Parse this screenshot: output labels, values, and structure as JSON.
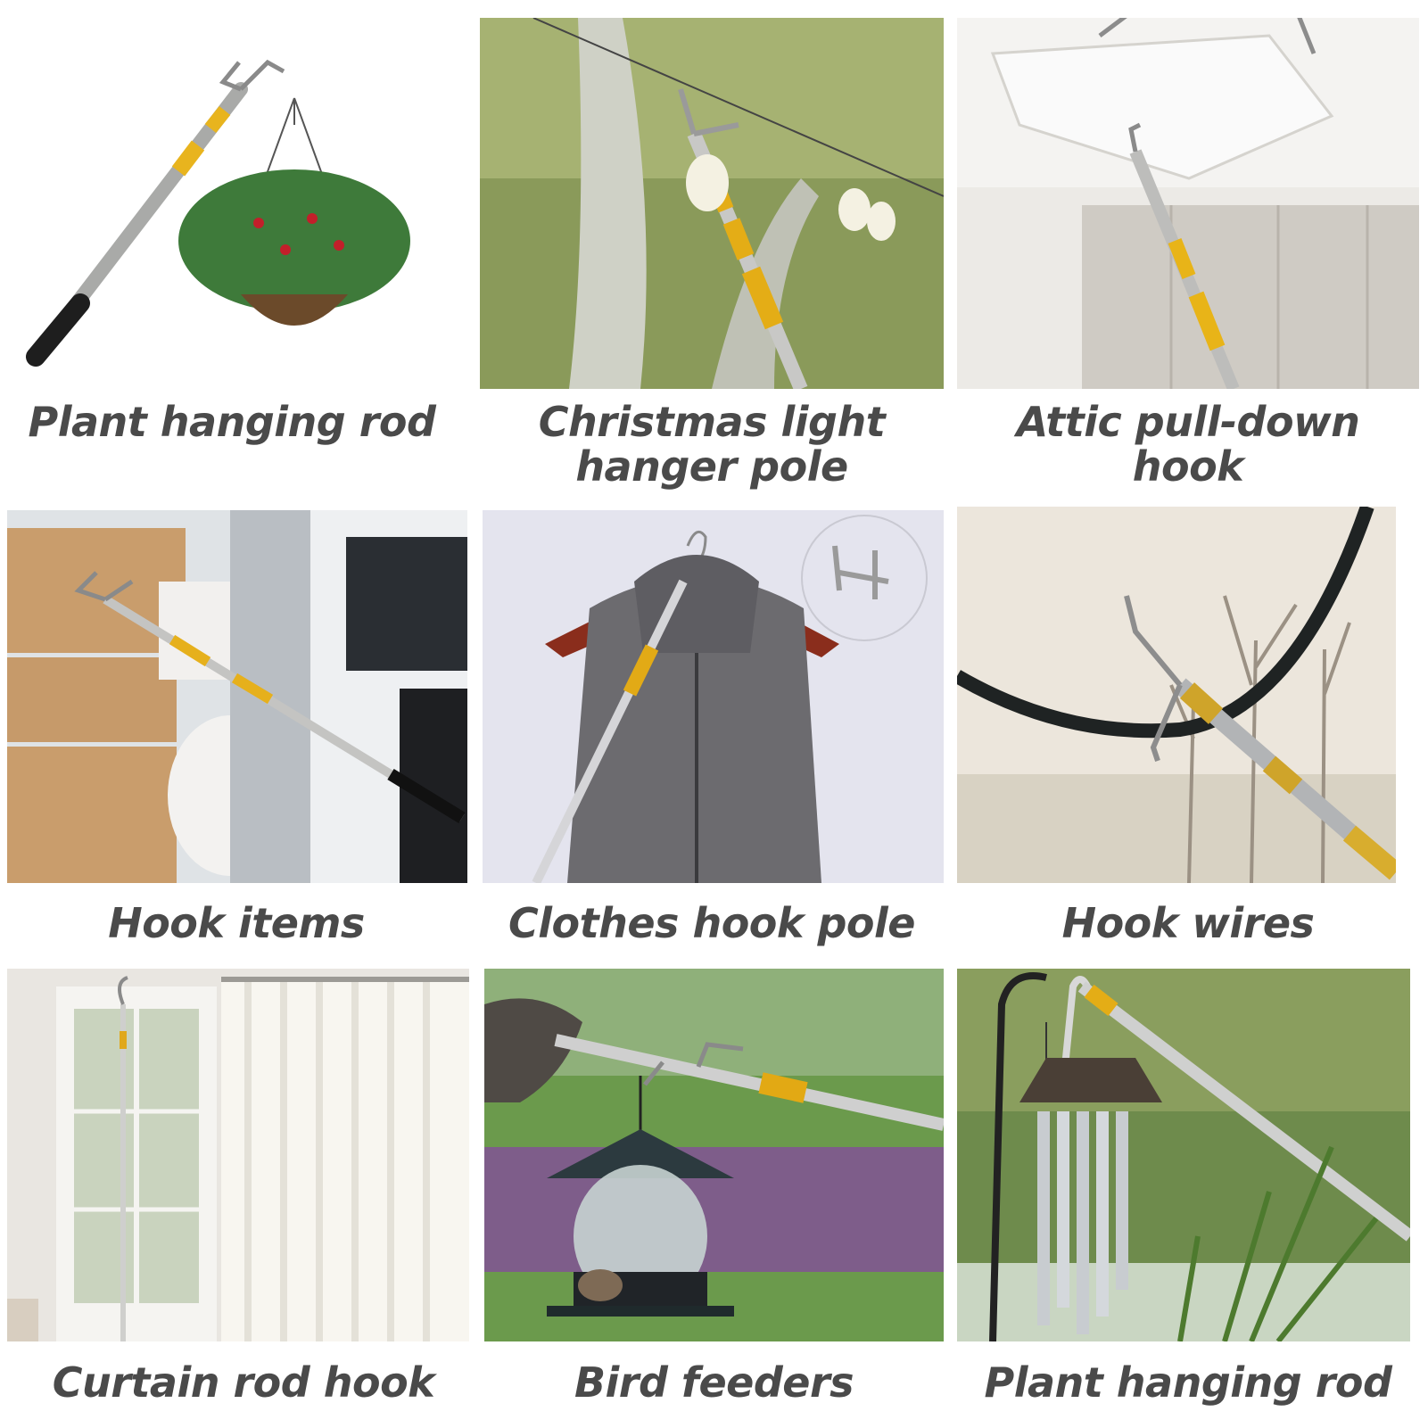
{
  "panels": [
    {
      "caption": "Plant hanging rod",
      "scene": "pole-with-hanging-flower-basket"
    },
    {
      "caption": "Christmas light hanger pole",
      "scene": "pole-hanging-light-bulbs-in-tree"
    },
    {
      "caption": "Attic pull-down hook",
      "scene": "pole-pulling-attic-ladder-door"
    },
    {
      "caption": "Hook items",
      "scene": "pole-reaching-boxes-in-van"
    },
    {
      "caption": "Clothes hook pole",
      "scene": "pole-lifting-vest-on-hanger"
    },
    {
      "caption": "Hook wires",
      "scene": "pole-lifting-black-cable"
    },
    {
      "caption": "Curtain rod hook",
      "scene": "pole-against-white-curtains"
    },
    {
      "caption": "Bird feeders",
      "scene": "pole-holding-bird-feeder"
    },
    {
      "caption": "Plant hanging rod",
      "scene": "pole-hanging-wind-chime"
    }
  ]
}
